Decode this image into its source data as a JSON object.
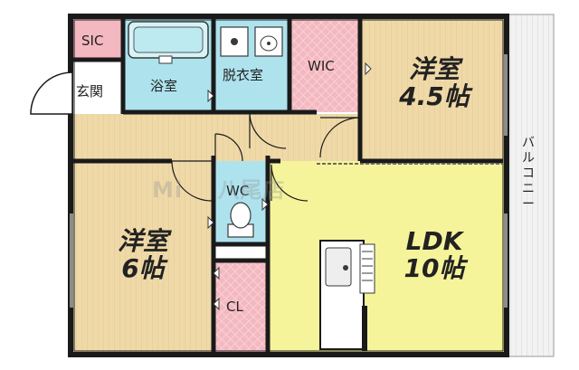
{
  "rooms": {
    "sic": "SIC",
    "genkan": "玄関",
    "bath": "浴室",
    "dressing": "脱衣室",
    "wic": "WIC",
    "bedroom_small": {
      "name": "洋室",
      "size": "4.5帖"
    },
    "wc": "WC",
    "bedroom_large": {
      "name": "洋室",
      "size": "6帖"
    },
    "ldk": {
      "name": "LDK",
      "size": "10帖"
    },
    "closet": "CL",
    "balcony": "バルコニー"
  },
  "watermark": "Mi",
  "watermark_tail": "八尾店",
  "colors": {
    "wood_floor": "#efd9a8",
    "ldk_floor": "#f6f49a",
    "wet_area": "#aee3ee",
    "storage": "#f4b8c0",
    "wall": "#1a1a1a",
    "balcony": "#f0f0f0"
  }
}
